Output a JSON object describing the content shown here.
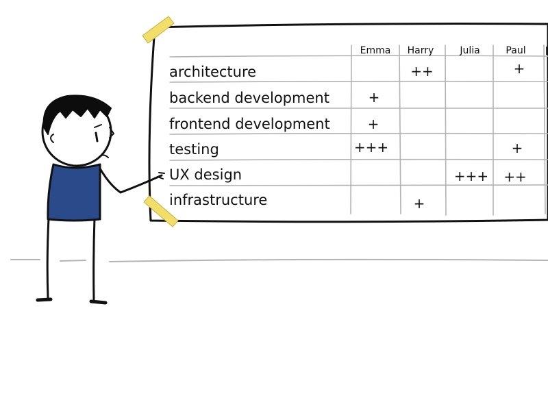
{
  "people": [
    "Emma",
    "Harry",
    "Julia",
    "Paul",
    ""
  ],
  "skills": [
    {
      "label": "architecture",
      "marks": [
        "",
        "++",
        "",
        "+"
      ]
    },
    {
      "label": "backend development",
      "marks": [
        "+",
        "",
        "",
        ""
      ]
    },
    {
      "label": "frontend development",
      "marks": [
        "+",
        "",
        "",
        ""
      ]
    },
    {
      "label": "testing",
      "marks": [
        "+++",
        "",
        "",
        "+"
      ]
    },
    {
      "label": "UX design",
      "marks": [
        "",
        "",
        "+++",
        "++"
      ]
    },
    {
      "label": "infrastructure",
      "marks": [
        "",
        "+",
        "",
        ""
      ]
    }
  ],
  "colors": {
    "ink": "#111111",
    "grid": "#b3b3b3",
    "tape": "#f2de6a",
    "shirt": "#2b4a8a",
    "hair": "#0d0d0d"
  }
}
